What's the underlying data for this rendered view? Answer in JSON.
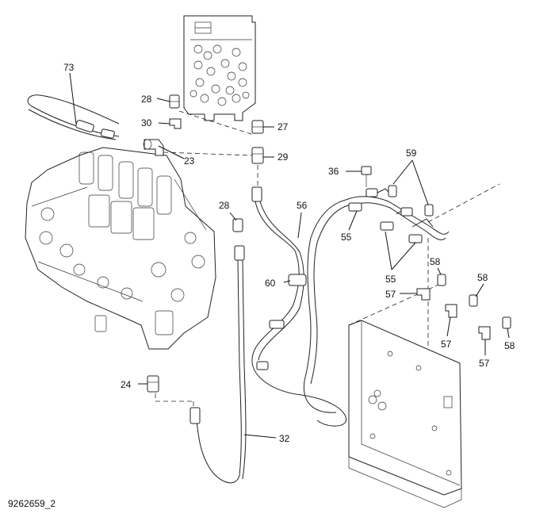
{
  "figure_code": "9262659_2",
  "callouts": {
    "c73": "73",
    "c28a": "28",
    "c30": "30",
    "c27": "27",
    "c23": "23",
    "c29": "29",
    "c36": "36",
    "c59": "59",
    "c28b": "28",
    "c56": "56",
    "c55a": "55",
    "c55b": "55",
    "c58a": "58",
    "c60": "60",
    "c57a": "57",
    "c58b": "58",
    "c57b": "57",
    "c58c": "58",
    "c57c": "57",
    "c24": "24",
    "c32": "32"
  },
  "colors": {
    "line": "#222222",
    "background": "#ffffff"
  }
}
